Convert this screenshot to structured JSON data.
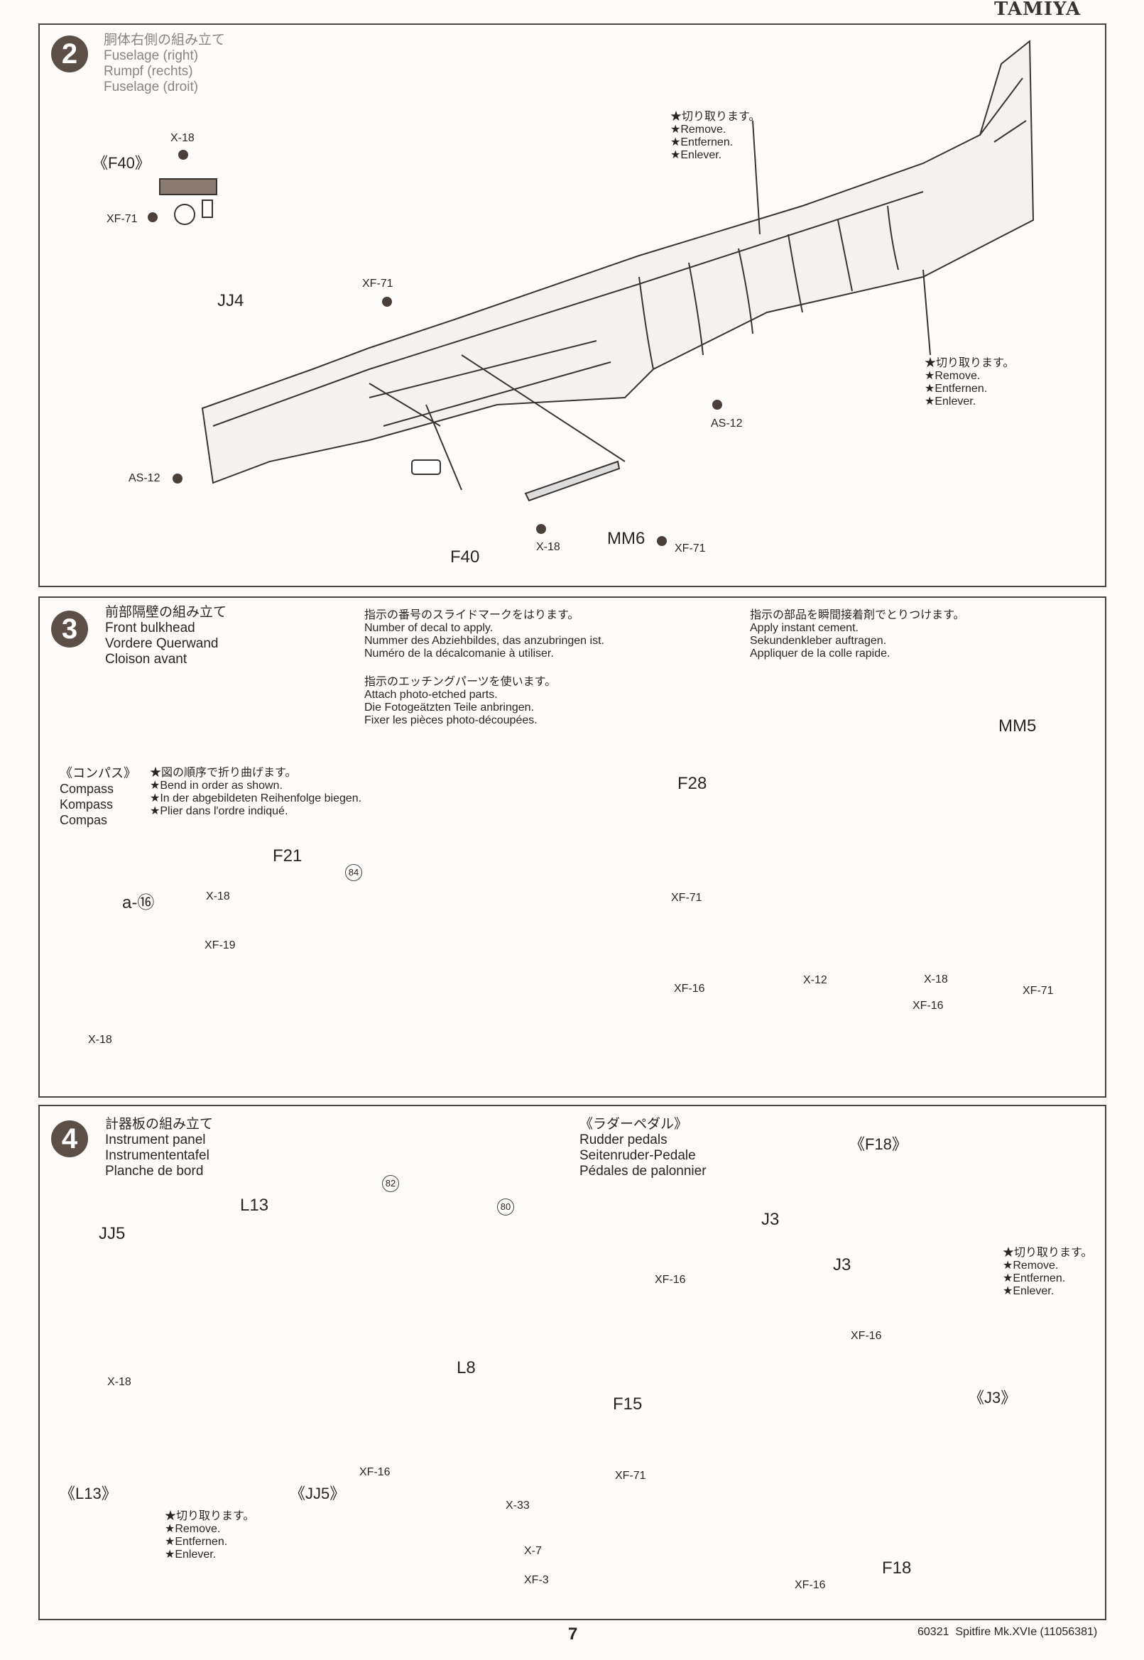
{
  "brand": "TAMIYA",
  "page_number": "7",
  "footer": "60321  Spitfire Mk.XVIe (11056381)",
  "step2": {
    "number": "2",
    "title": [
      "胴体右側の組み立て",
      "Fuselage (right)",
      "Rumpf (rechts)",
      "Fuselage (droit)"
    ],
    "remove_note": [
      "★切り取ります。",
      "★Remove.",
      "★Entfernen.",
      "★Enlever."
    ],
    "labels": {
      "f40_detail": "《F40》",
      "x18_a": "X-18",
      "xf71_a": "XF-71",
      "jj4": "JJ4",
      "xf71_b": "XF-71",
      "as12_a": "AS-12",
      "f40": "F40",
      "x18_b": "X-18",
      "mm6": "MM6",
      "xf71_c": "XF-71",
      "as12_b": "AS-12"
    }
  },
  "step3": {
    "number": "3",
    "title": [
      "前部隔壁の組み立て",
      "Front bulkhead",
      "Vordere Querwand",
      "Cloison avant"
    ],
    "decal_legend": [
      "指示の番号のスライドマークをはります。",
      "Number of decal to apply.",
      "Nummer des Abziehbildes, das anzubringen ist.",
      "Numéro de la décalcomanie à utiliser."
    ],
    "cement_legend": [
      "指示の部品を瞬間接着剤でとりつけます。",
      "Apply instant cement.",
      "Sekundenkleber auftragen.",
      "Appliquer de la colle rapide."
    ],
    "etch_legend": [
      "指示のエッチングパーツを使います。",
      "Attach photo-etched parts.",
      "Die Fotogeätzten Teile anbringen.",
      "Fixer les pièces photo-découpées."
    ],
    "compass_title": [
      "《コンパス》",
      "Compass",
      "Kompass",
      "Compas"
    ],
    "compass_note": [
      "★図の順序で折り曲げます。",
      "★Bend in order as shown.",
      "★In der abgebildeten Reihenfolge biegen.",
      "★Plier dans l'ordre indiqué."
    ],
    "labels": {
      "f21": "F21",
      "a16": "a-⑯",
      "decal84": "84",
      "x18_a": "X-18",
      "xf19": "XF-19",
      "x18_b": "X-18",
      "f28": "F28",
      "mm5": "MM5",
      "xf71_a": "XF-71",
      "xf16_a": "XF-16",
      "x12": "X-12",
      "x18_c": "X-18",
      "xf16_b": "XF-16",
      "xf71_b": "XF-71"
    }
  },
  "step4": {
    "number": "4",
    "title": [
      "計器板の組み立て",
      "Instrument panel",
      "Instrumententafel",
      "Planche de bord"
    ],
    "rudder_title": [
      "《ラダーペダル》",
      "Rudder pedals",
      "Seitenruder-Pedale",
      "Pédales de palonnier"
    ],
    "remove_note": [
      "★切り取ります。",
      "★Remove.",
      "★Entfernen.",
      "★Enlever."
    ],
    "labels": {
      "l13": "L13",
      "jj5": "JJ5",
      "decal82": "82",
      "decal80": "80",
      "x18": "X-18",
      "l8": "L8",
      "f18_detail": "《F18》",
      "j3_a": "J3",
      "j3_b": "J3",
      "xf16_a": "XF-16",
      "xf16_b": "XF-16",
      "j3_detail": "《J3》",
      "f15": "F15",
      "xf71": "XF-71",
      "f18": "F18",
      "xf16_c": "XF-16",
      "l13_detail": "《L13》",
      "jj5_detail": "《JJ5》",
      "xf16_d": "XF-16",
      "x33": "X-33",
      "x7": "X-7",
      "xf3": "XF-3"
    }
  },
  "colors": {
    "step_badge": "#5b4f47",
    "part_fill": "#8a7a70",
    "paint_marker": "#4a3f3a"
  }
}
